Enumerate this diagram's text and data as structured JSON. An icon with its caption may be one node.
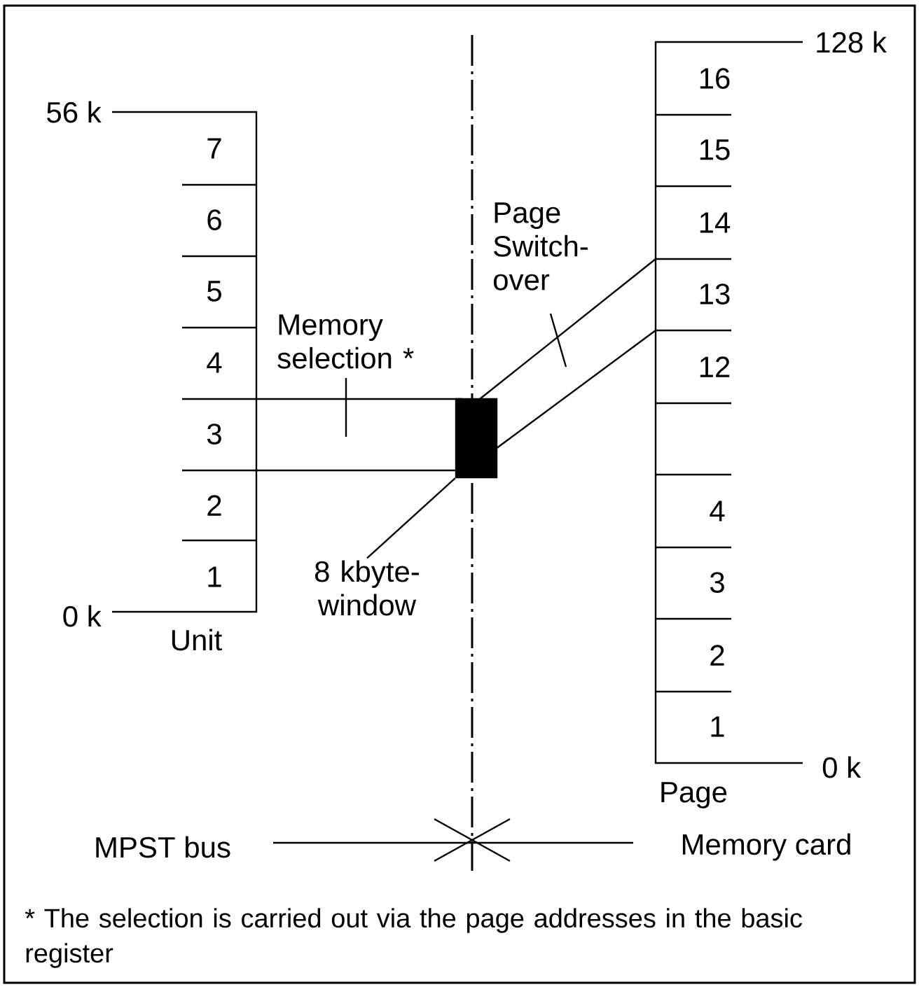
{
  "diagram": {
    "nodes": [
      {
        "text": [],
        "shape": "bar"
      },
      {
        "text": [
          "8 kbyte- window"
        ]
      }
    ],
    "edges": [
      {
        "from": 1,
        "to": 0,
        "arrow": "none"
      }
    ],
    "labels": [
      "56 k",
      "7",
      "6",
      "5",
      "4",
      "3",
      "2",
      "1",
      "0 k",
      "Unit",
      "128 k",
      "16",
      "15",
      "14",
      "13",
      "12",
      "4",
      "3",
      "2",
      "1",
      "Page",
      "0 k",
      "Memory selection *",
      "Page Switch- over",
      "MPST bus",
      "Memory card",
      "* The selection is carried out via the page addresses in the basic register"
    ]
  }
}
